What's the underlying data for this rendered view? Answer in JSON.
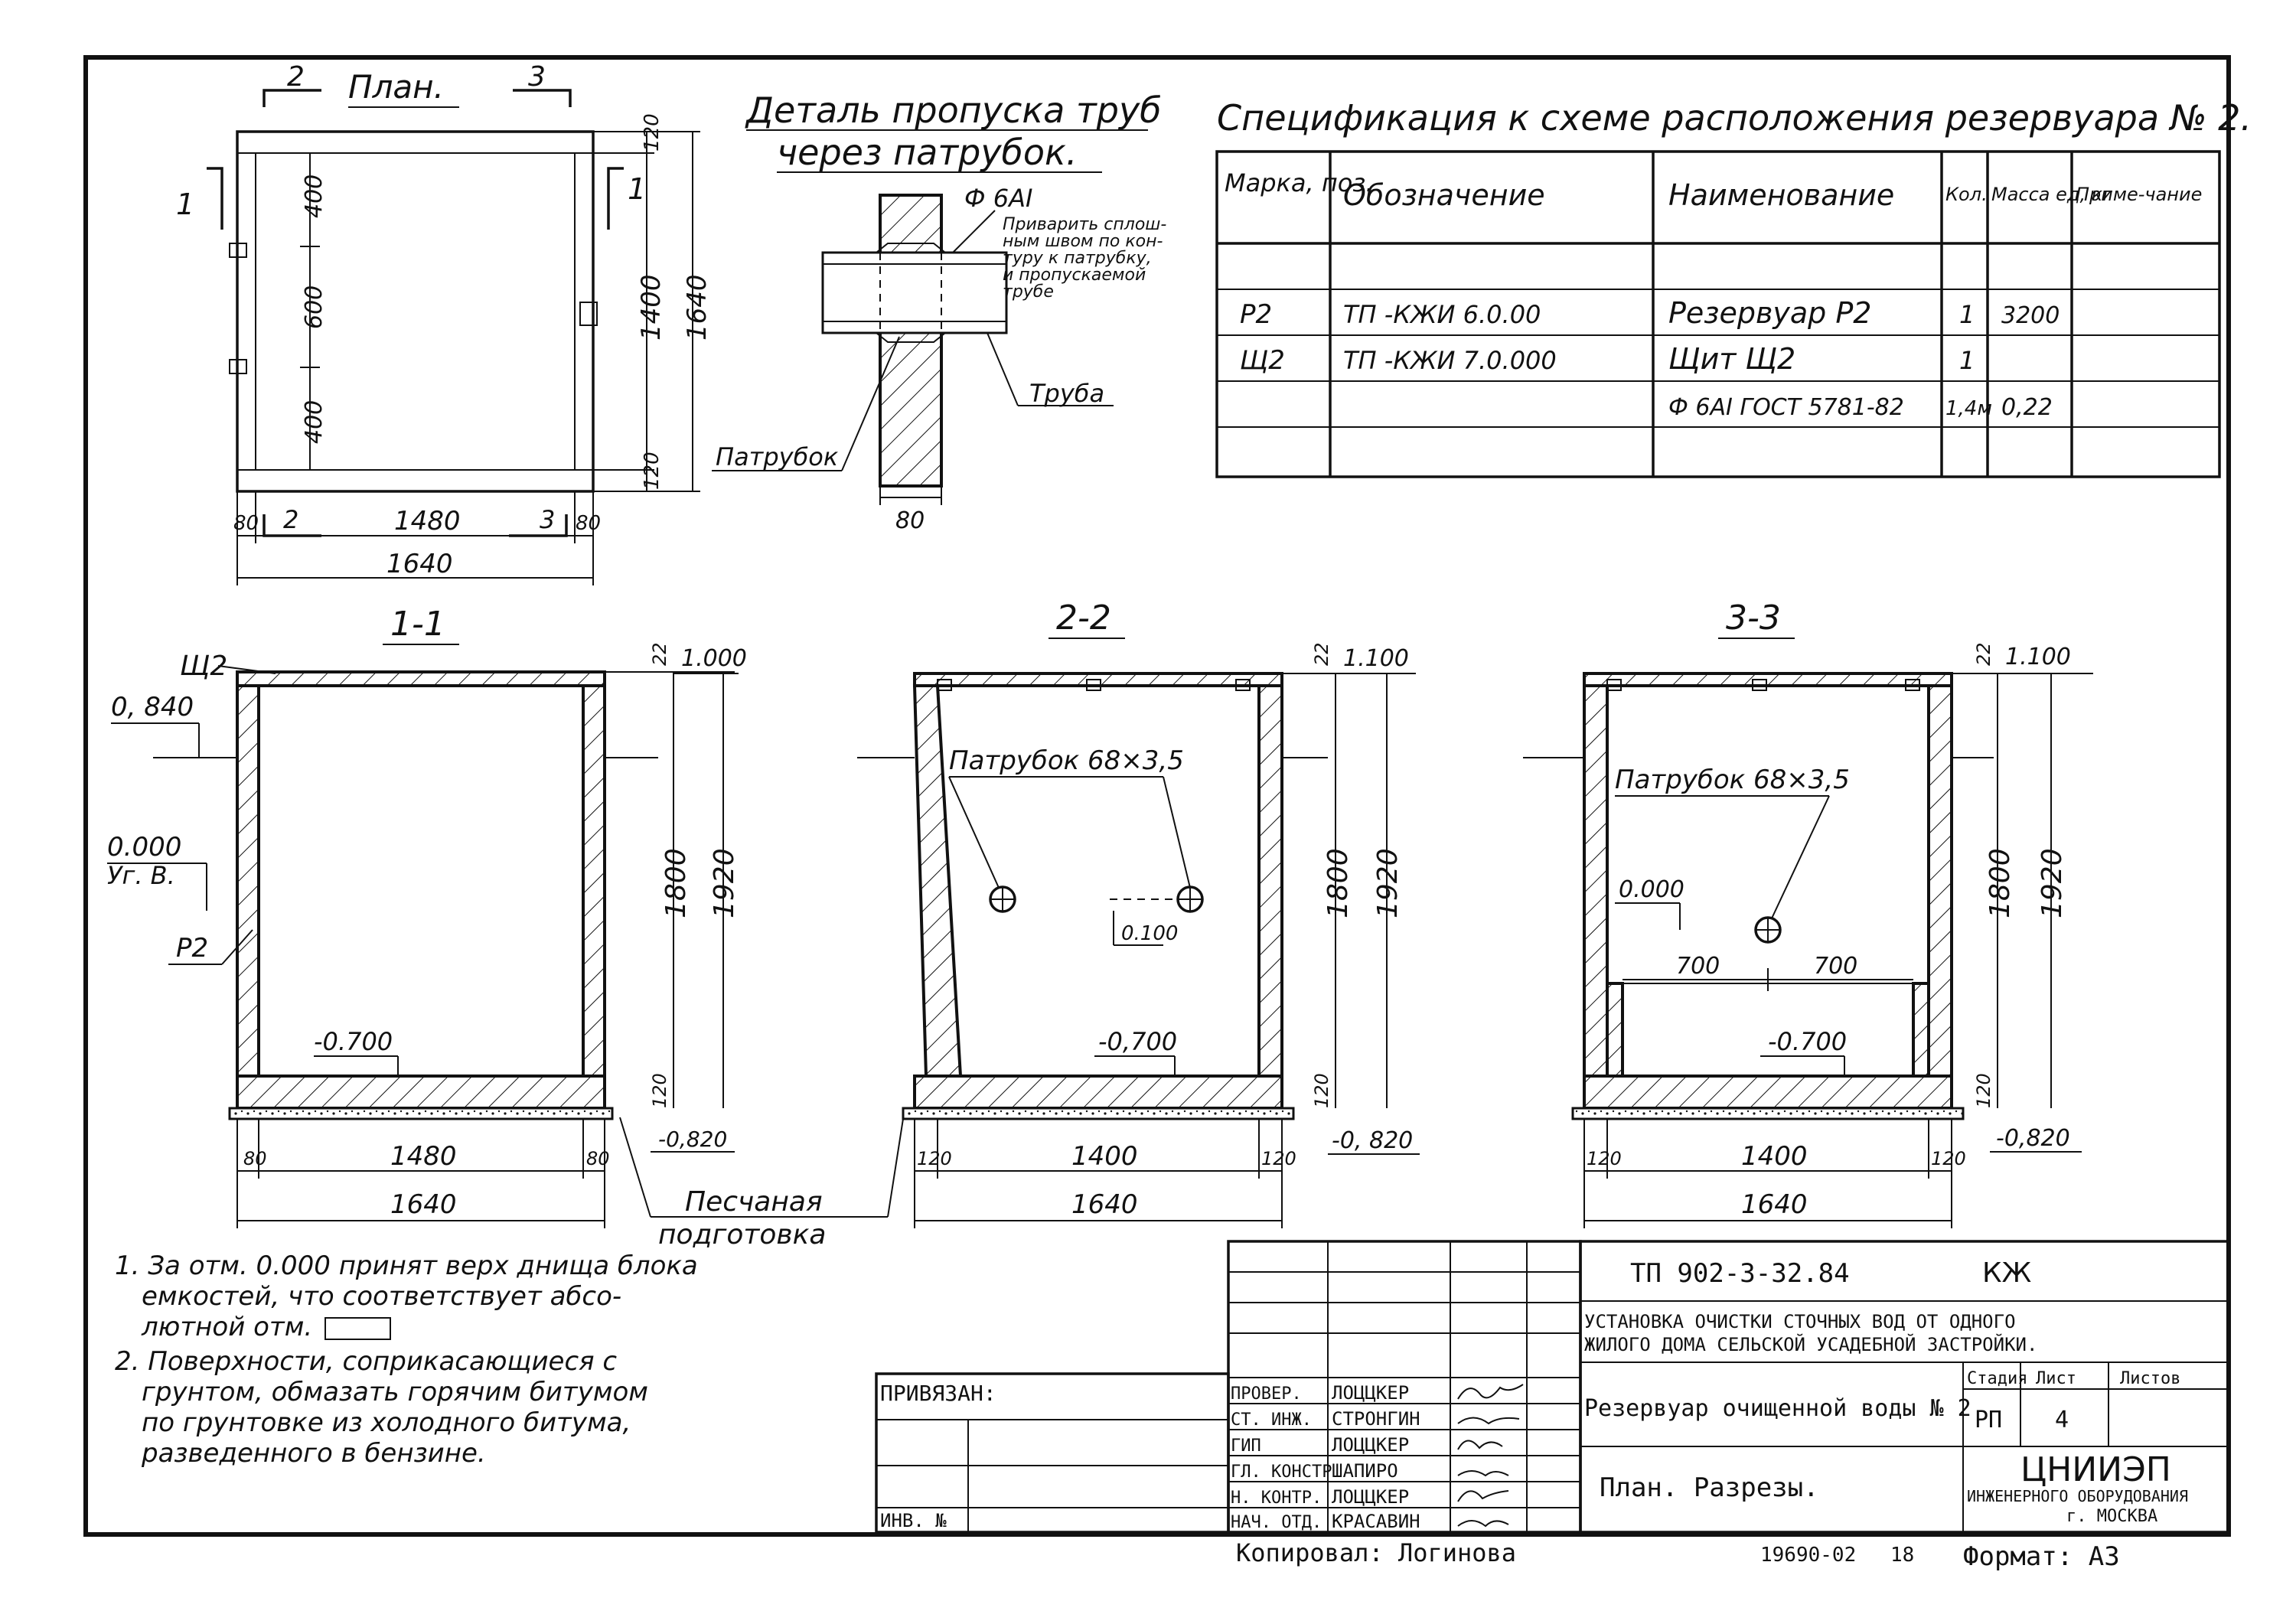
{
  "plan": {
    "title": "План.",
    "dims_left": [
      "400",
      "600",
      "400"
    ],
    "dims_right_small_top": "120",
    "dims_right_small_bot": "120",
    "dim_right_inner": "1400",
    "dim_right_outer": "1640",
    "dim_bottom_left": "80",
    "dim_bottom_mid": "1480",
    "dim_bottom_right": "80",
    "dim_bottom_total": "1640",
    "cut_2": "2",
    "cut_3": "3",
    "cut_1": "1"
  },
  "detail": {
    "title_line1": "Деталь пропуска труб",
    "title_line2": "через патрубок.",
    "rebar": "Ф 6АI",
    "note_lines": [
      "Приварить сплош-",
      "ным швом по кон-",
      "туру к патрубку,",
      "и пропускаемой",
      "трубе"
    ],
    "pipe": "Труба",
    "nozzle": "Патрубок",
    "dim": "80"
  },
  "spec": {
    "title": "Спецификация к схеме расположения резервуара № 2.",
    "headers": [
      "Марка, поз.",
      "Обозначение",
      "Наименование",
      "Кол.",
      "Масса ед, кг",
      "Приме-чание"
    ],
    "rows": [
      [
        "",
        "",
        "",
        "",
        "",
        ""
      ],
      [
        "Р2",
        "ТП        -КЖИ 6.0.00",
        "Резервуар      Р2",
        "1",
        "3200",
        ""
      ],
      [
        "Щ2",
        "ТП        -КЖИ 7.0.000",
        "Щит              Щ2",
        "1",
        "",
        ""
      ],
      [
        "",
        "",
        "Ф 6АI ГОСТ 5781-82",
        "1,4м",
        "0,22",
        ""
      ],
      [
        "",
        "",
        "",
        "",
        "",
        ""
      ]
    ]
  },
  "sec11": {
    "title": "1-1",
    "shield": "Щ2",
    "lvl_top": "1.000",
    "lvl_ground": "0, 840",
    "lvl_zero": "0.000",
    "lvl_zero_sub": "Уг. В.",
    "mark": "Р2",
    "lvl_bottom": "-0.700",
    "lvl_sand": "-0,820",
    "dim_top_small": "22",
    "dim_inner": "1800",
    "dim_outer": "1920",
    "dim_bot_small": "120",
    "dim_w_left": "80",
    "dim_w_mid": "1480",
    "dim_w_right": "80",
    "dim_w_total": "1640"
  },
  "sec22": {
    "title": "2-2",
    "nozzle": "Патрубок 68×3,5",
    "lvl_top": "1.100",
    "lvl_pipe": "0.100",
    "lvl_bottom": "-0,700",
    "lvl_sand": "-0, 820",
    "dim_top_small": "22",
    "dim_inner": "1800",
    "dim_outer": "1920",
    "dim_bot_small": "120",
    "dim_w_left": "120",
    "dim_w_mid": "1400",
    "dim_w_right": "120",
    "dim_w_total": "1640"
  },
  "sec33": {
    "title": "3-3",
    "nozzle": "Патрубок 68×3,5",
    "lvl_top": "1.100",
    "lvl_pipe": "0.000",
    "dim_700_left": "700",
    "dim_700_right": "700",
    "lvl_bottom": "-0.700",
    "lvl_sand": "-0,820",
    "dim_top_small": "22",
    "dim_inner": "1800",
    "dim_outer": "1920",
    "dim_bot_small": "120",
    "dim_w_left": "120",
    "dim_w_mid": "1400",
    "dim_w_right": "120",
    "dim_w_total": "1640"
  },
  "sand_label_line1": "Песчаная",
  "sand_label_line2": "подготовка",
  "notes": [
    "1. За отм. 0.000 принят верх днища блока",
    "емкостей, что соответствует абсо-",
    "лютной отм.",
    "2. Поверхности, соприкасающиеся с",
    "грунтом, обмазать горячим битумом",
    "по грунтовке из холодного битума,",
    "разведенного в бензине."
  ],
  "stamp": {
    "code": "ТП   902-3-32.84",
    "mark": "КЖ",
    "project_line1": "УСТАНОВКА ОЧИСТКИ СТОЧНЫХ ВОД ОТ ОДНОГО",
    "project_line2": "ЖИЛОГО ДОМА СЕЛЬСКОЙ УСАДЕБНОЙ ЗАСТРОЙКИ.",
    "sheet_title": "Резервуар очищенной воды № 2",
    "drawing_title": "План. Разрезы.",
    "stage_h": "Стадия",
    "sheet_h": "Лист",
    "sheets_h": "Листов",
    "stage": "РП",
    "sheet": "4",
    "org_line1": "ЦНИИЭП",
    "org_line2": "ИНЖЕНЕРНОГО ОБОРУДОВАНИЯ",
    "org_line3": "г. МОСКВА",
    "tied": "ПРИВЯЗАН:",
    "inv": "ИНВ. №",
    "roles": [
      "ПРОВЕР.",
      "СТ. ИНЖ.",
      "ГИП",
      "ГЛ. КОНСТР",
      "Н. КОНТР.",
      "НАЧ. ОТД."
    ],
    "names": [
      "ЛОЦЦКЕР",
      "СТРОНГИН",
      "ЛОЦЦКЕР",
      "ШАПИРО",
      "ЛОЦЦКЕР",
      "КРАСАВИН"
    ],
    "copied": "Копировал: Логинова",
    "num": "19690-02",
    "num2": "18",
    "format": "Формат: А3"
  }
}
